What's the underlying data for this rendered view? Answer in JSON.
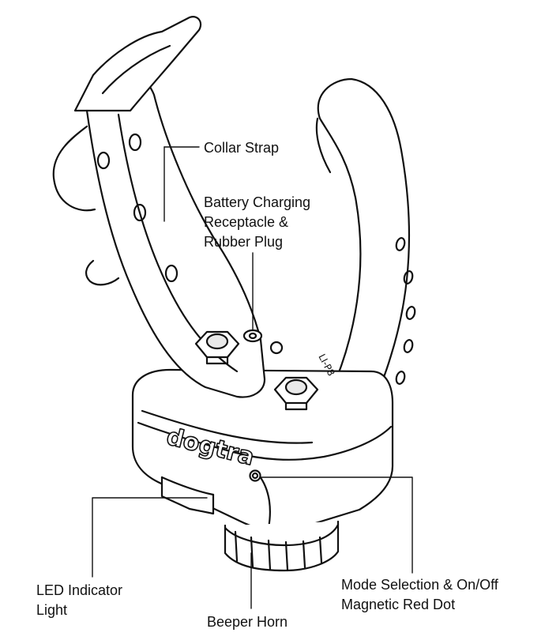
{
  "brand": "dogtra",
  "model_marking": "LI-P8",
  "colors": {
    "ink": "#111111",
    "fill": "#ffffff",
    "shade": "#e9e9e9",
    "brass": "#d9d9d9"
  },
  "labels": {
    "collar_strap": "Collar Strap",
    "battery": [
      "Battery Charging",
      "Receptacle &",
      "Rubber Plug"
    ],
    "led": [
      "LED Indicator",
      "Light"
    ],
    "beeper": "Beeper Horn",
    "mode": [
      "Mode Selection & On/Off",
      "Magnetic Red Dot"
    ]
  }
}
